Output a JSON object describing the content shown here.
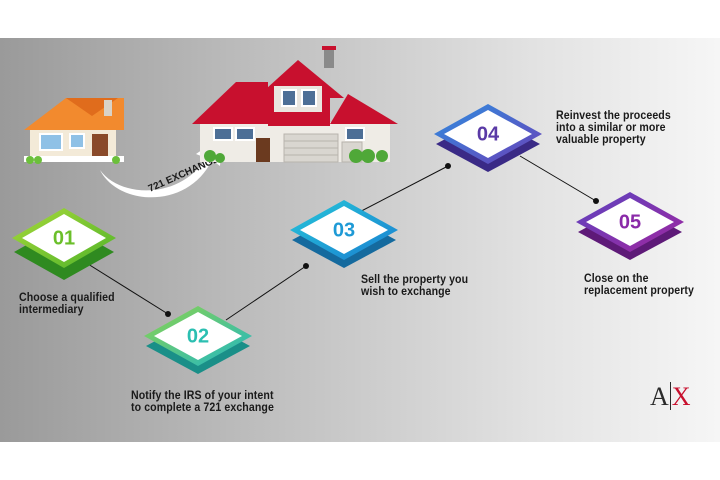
{
  "exchange_label": "721 EXCHANGE",
  "steps": [
    {
      "num": "01",
      "text": [
        "Choose a qualified",
        "intermediary"
      ],
      "color": "#7cc42a"
    },
    {
      "num": "02",
      "text": [
        "Notify the IRS of your intent",
        "to complete a 721 exchange"
      ],
      "color": "#2bbfb1"
    },
    {
      "num": "03",
      "text": [
        "Sell the property you",
        "wish to exchange"
      ],
      "color": "#1e9ad6"
    },
    {
      "num": "04",
      "text": [
        "Reinvest the proceeds",
        "into a similar or more",
        "valuable property"
      ],
      "color": "#6a42b2"
    },
    {
      "num": "05",
      "text": [
        "Close on the",
        "replacement property"
      ],
      "color": "#8a2aa8"
    }
  ],
  "logo": {
    "left": "A",
    "right": "X"
  }
}
